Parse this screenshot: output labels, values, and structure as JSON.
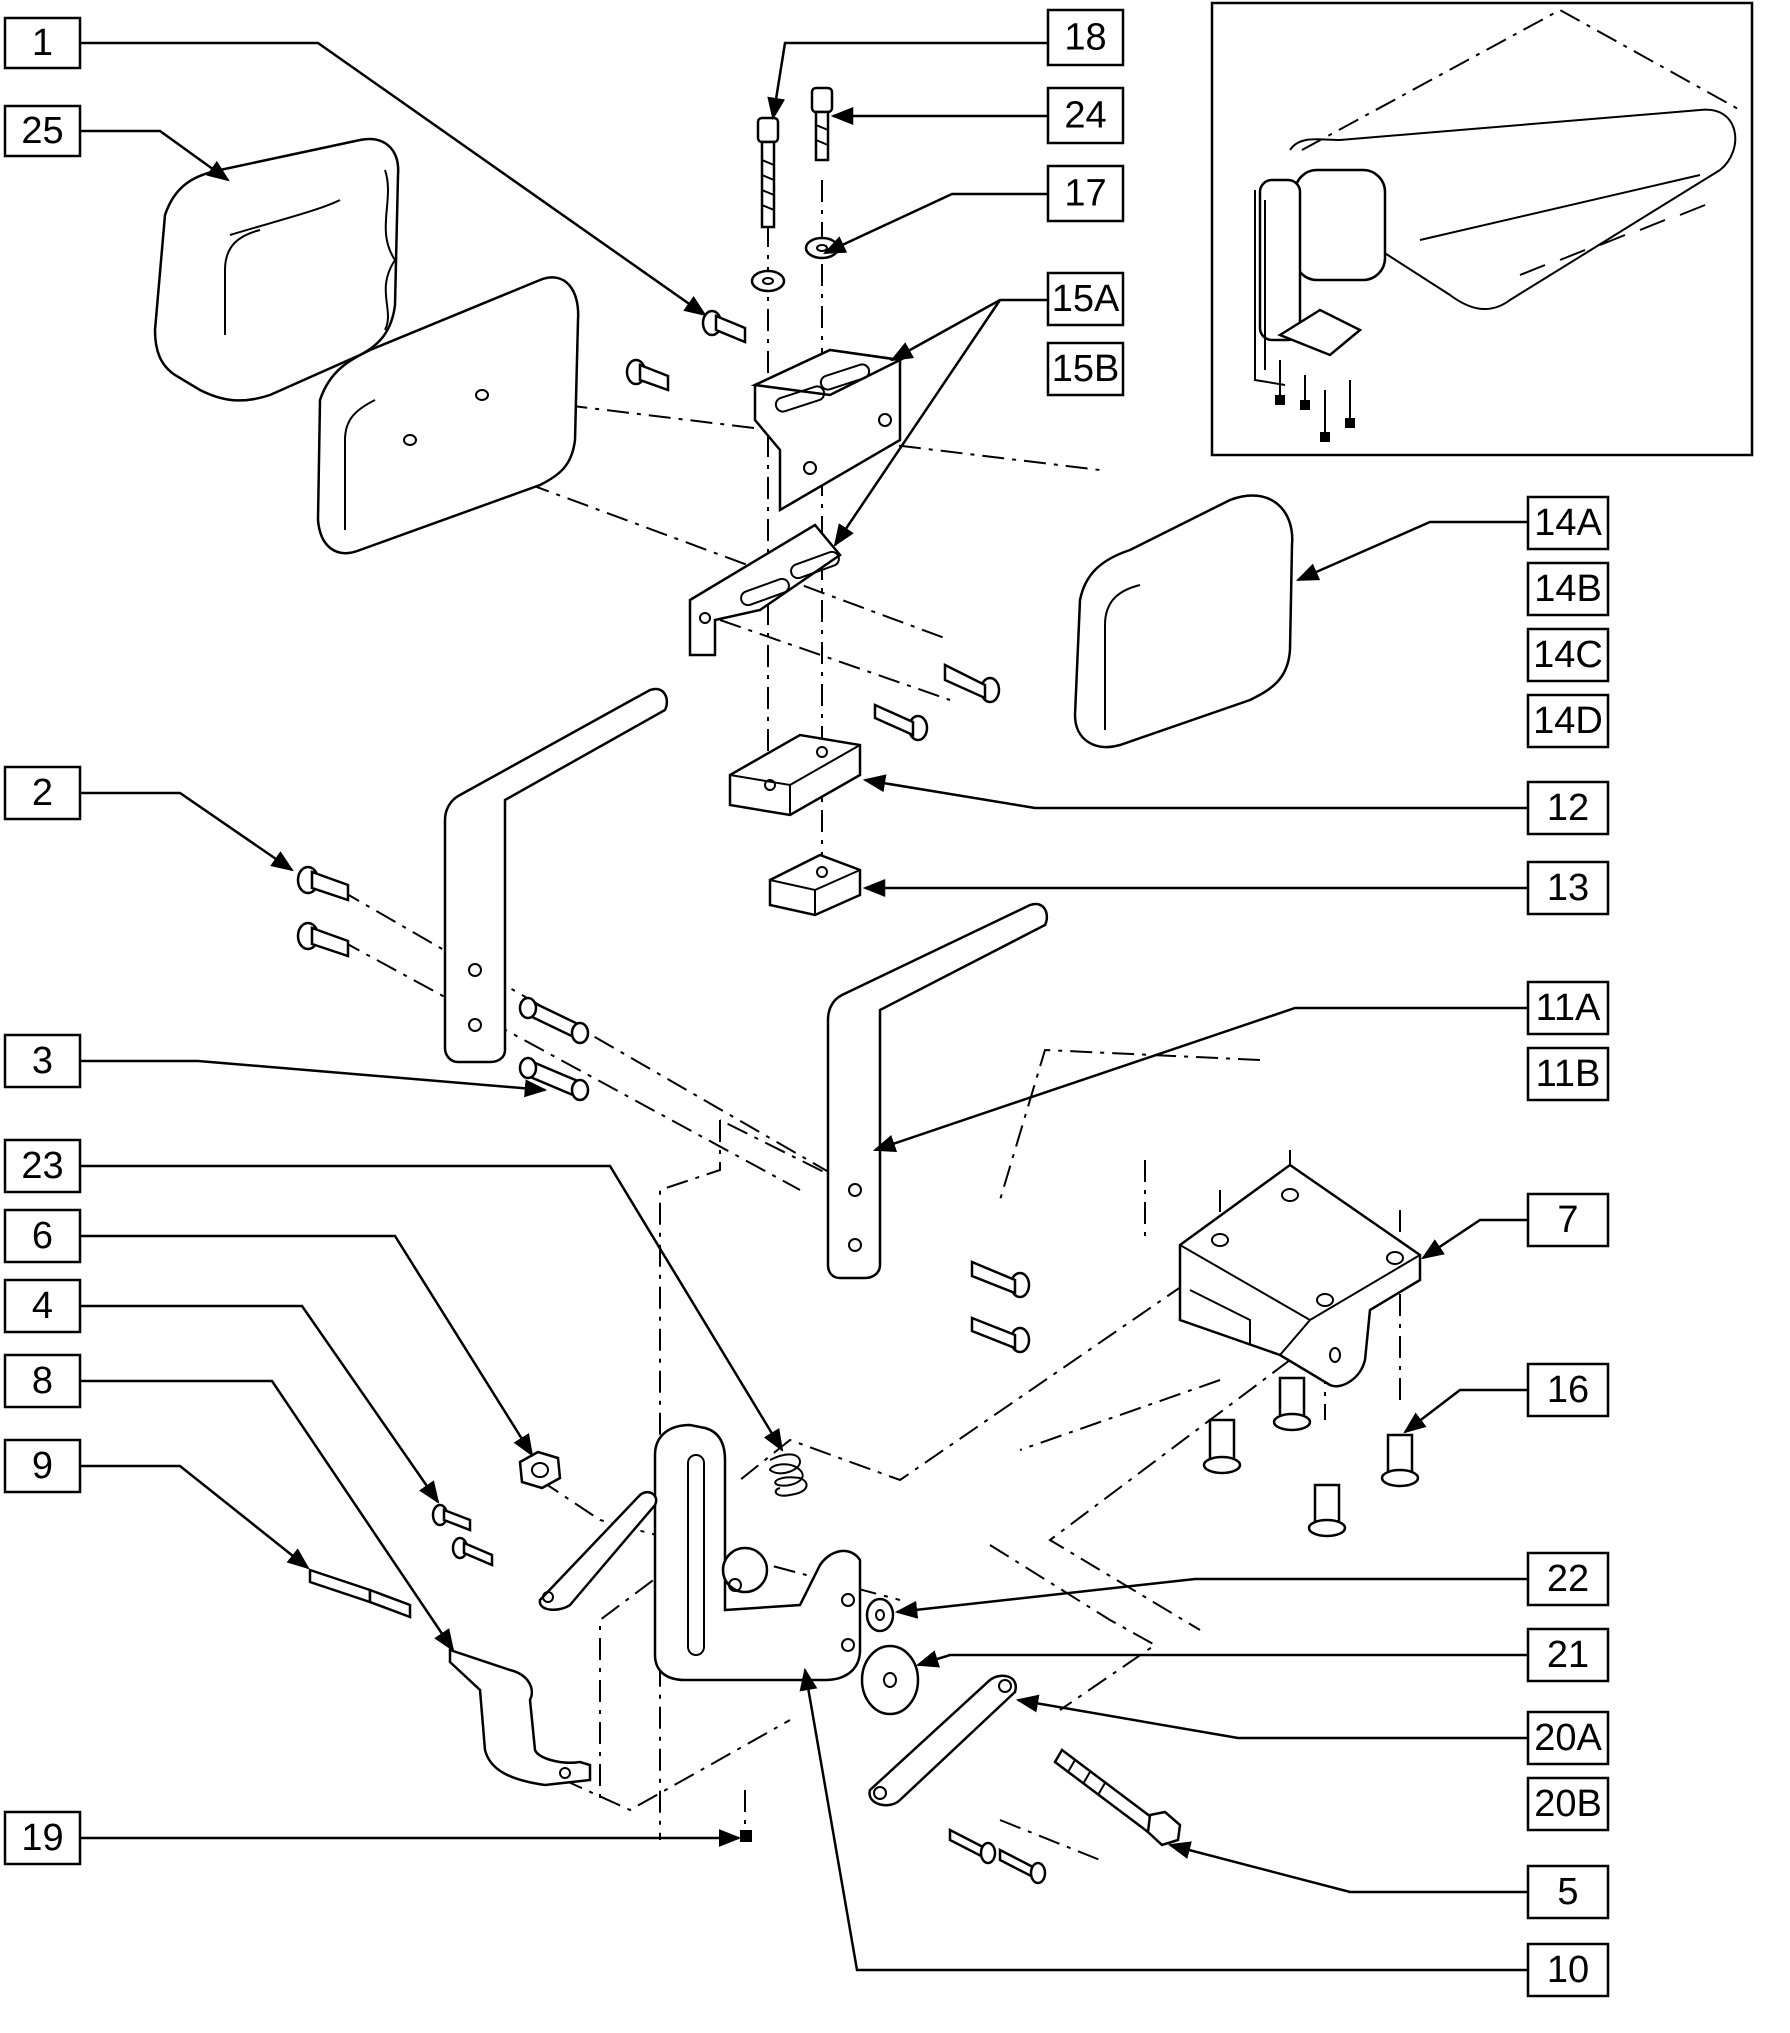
{
  "labels": {
    "l1": "1",
    "l2": "2",
    "l3": "3",
    "l4": "4",
    "l5": "5",
    "l6": "6",
    "l7": "7",
    "l8": "8",
    "l9": "9",
    "l10": "10",
    "l11a": "11A",
    "l11b": "11B",
    "l12": "12",
    "l13": "13",
    "l14a": "14A",
    "l14b": "14B",
    "l14c": "14C",
    "l14d": "14D",
    "l15a": "15A",
    "l15b": "15B",
    "l16": "16",
    "l17": "17",
    "l18": "18",
    "l19": "19",
    "l20a": "20A",
    "l20b": "20B",
    "l21": "21",
    "l22": "22",
    "l23": "23",
    "l24": "24",
    "l25": "25"
  }
}
